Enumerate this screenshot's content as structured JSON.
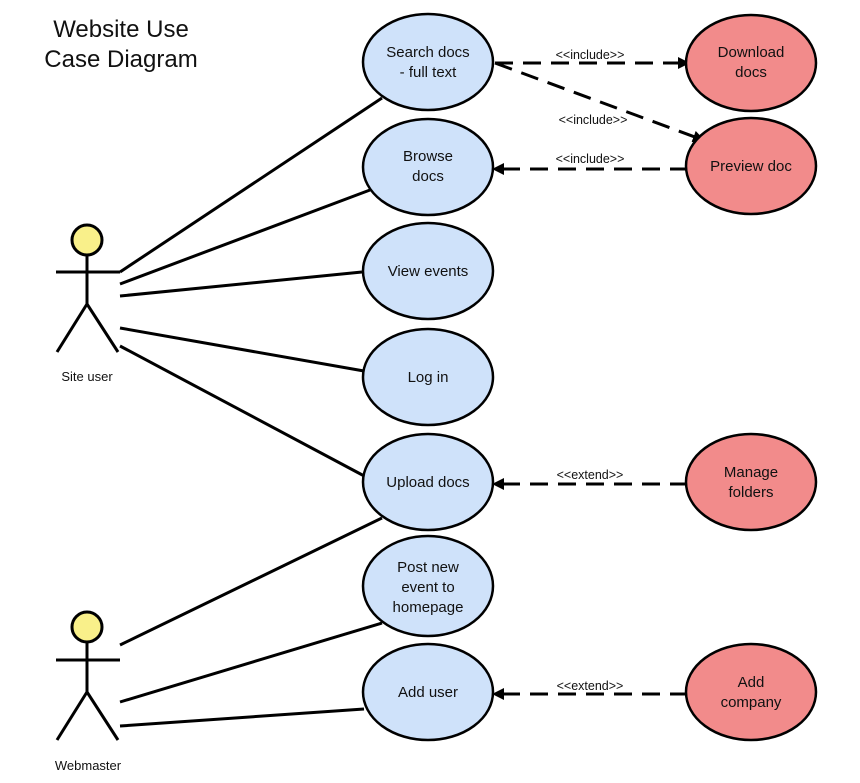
{
  "diagram": {
    "title_lines": [
      "Website Use",
      "Case Diagram"
    ],
    "colors": {
      "primary_use_case": "#cfe2fa",
      "secondary_use_case": "#f28b8b",
      "actor_head": "#f9f08a",
      "line": "#000000"
    },
    "actors": {
      "site_user": {
        "label": "Site user"
      },
      "webmaster": {
        "label": "Webmaster"
      }
    },
    "use_cases": {
      "search_docs": {
        "lines": [
          "Search docs",
          "- full text"
        ]
      },
      "browse_docs": {
        "lines": [
          "Browse",
          "docs"
        ]
      },
      "view_events": {
        "lines": [
          "View events"
        ]
      },
      "log_in": {
        "lines": [
          "Log in"
        ]
      },
      "upload_docs": {
        "lines": [
          "Upload docs"
        ]
      },
      "post_event": {
        "lines": [
          "Post new",
          "event to",
          "homepage"
        ]
      },
      "add_user": {
        "lines": [
          "Add user"
        ]
      },
      "download_docs": {
        "lines": [
          "Download",
          "docs"
        ]
      },
      "preview_doc": {
        "lines": [
          "Preview doc"
        ]
      },
      "manage_folders": {
        "lines": [
          "Manage",
          "folders"
        ]
      },
      "add_company": {
        "lines": [
          "Add",
          "company"
        ]
      }
    },
    "relationships": {
      "search_download": "<<include>>",
      "search_preview": "<<include>>",
      "preview_browse": "<<include>>",
      "manage_upload": "<<extend>>",
      "company_adduser": "<<extend>>"
    }
  }
}
